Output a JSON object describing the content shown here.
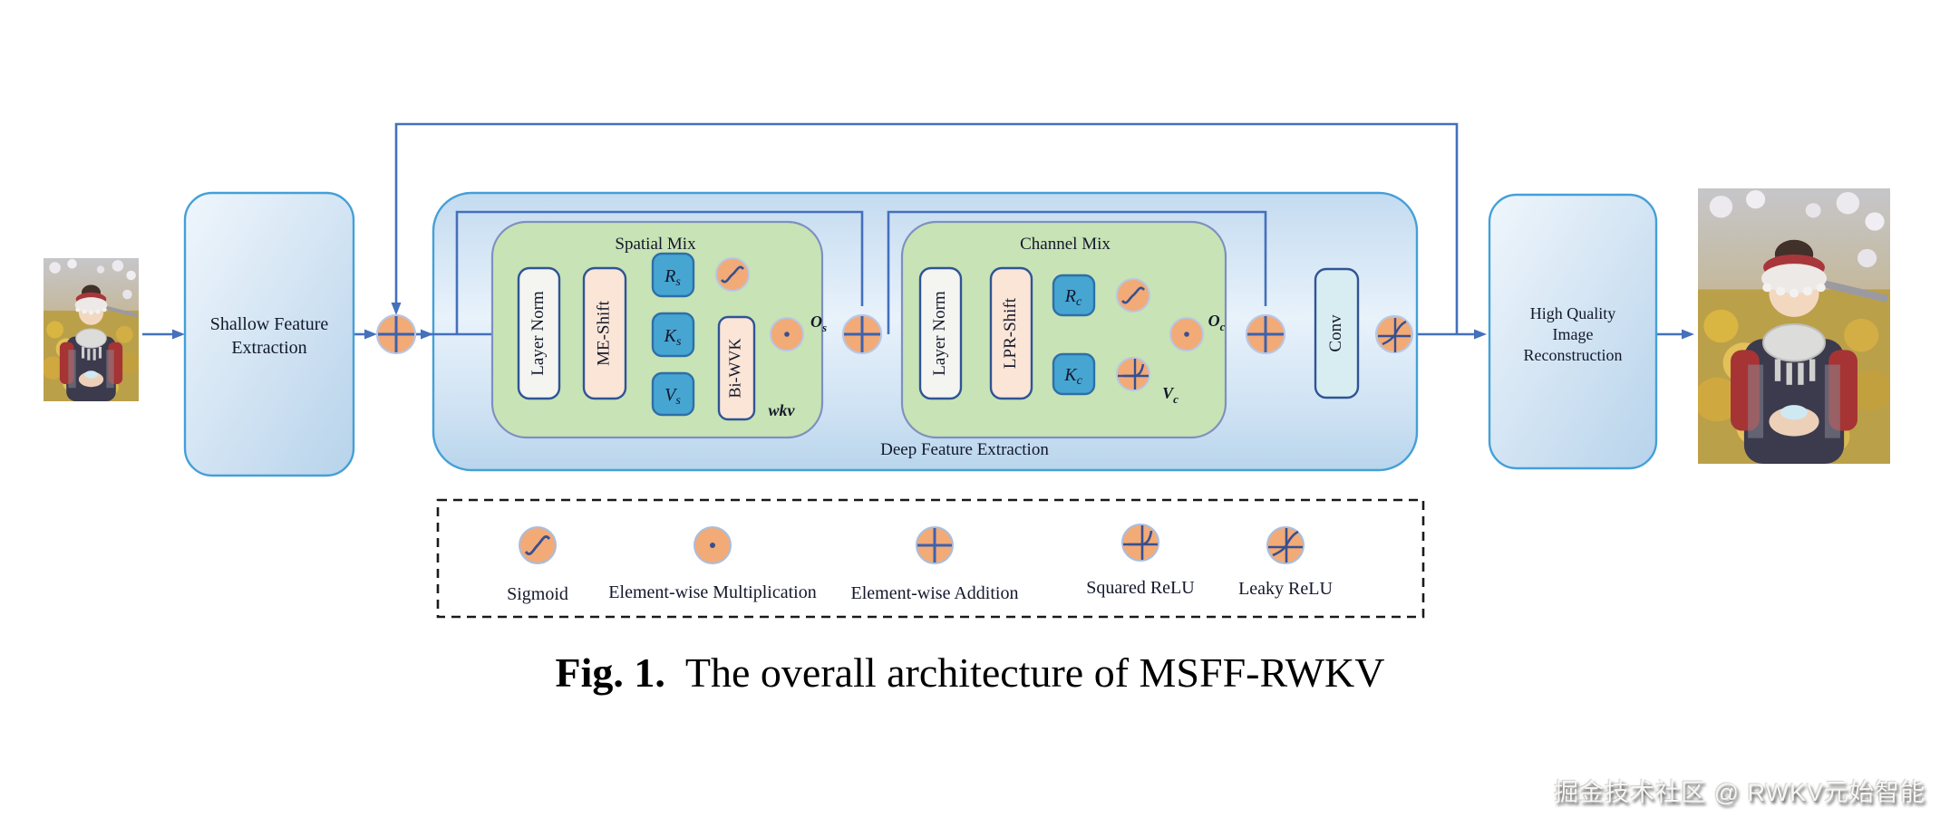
{
  "figure": {
    "caption": {
      "label": "Fig. 1.",
      "title": "The overall architecture of MSFF-RWKV"
    },
    "watermark": "掘金技术社区 @ RWKV元始智能"
  },
  "blocks": {
    "shallow": {
      "line1": "Shallow Feature",
      "line2": "Extraction"
    },
    "deep_feature_label": "Deep Feature Extraction",
    "hq": {
      "line1": "High Quality",
      "line2": "Image",
      "line3": "Reconstruction"
    },
    "conv": "Conv"
  },
  "spatial_mix": {
    "title": "Spatial Mix",
    "layer_norm": "Layer Norm",
    "me_shift": "ME-Shift",
    "r": {
      "base": "R",
      "sub": "s"
    },
    "k": {
      "base": "K",
      "sub": "s"
    },
    "v": {
      "base": "V",
      "sub": "s"
    },
    "bi_wvk": "Bi-WVK",
    "wkv_label": "wkv",
    "out": {
      "base": "O",
      "sub": "s"
    }
  },
  "channel_mix": {
    "title": "Channel Mix",
    "layer_norm": "Layer Norm",
    "lpr_shift": "LPR-Shift",
    "r": {
      "base": "R",
      "sub": "c"
    },
    "k": {
      "base": "K",
      "sub": "c"
    },
    "v": {
      "base": "V",
      "sub": "c"
    },
    "out": {
      "base": "O",
      "sub": "c"
    }
  },
  "legend": {
    "items": [
      {
        "icon": "sigmoid-icon",
        "label": "Sigmoid"
      },
      {
        "icon": "multiply-icon",
        "label": "Element-wise Multiplication"
      },
      {
        "icon": "add-icon",
        "label": "Element-wise Addition"
      },
      {
        "icon": "squared-relu-icon",
        "label": "Squared ReLU"
      },
      {
        "icon": "leaky-relu-icon",
        "label": "Leaky ReLU"
      }
    ]
  },
  "colors": {
    "line": "#4470bd",
    "node_fill": "#f2aa77",
    "node_stroke": "#b9c6e2",
    "green_fill": "#c8e3b5",
    "blue_box": "#47a5d2",
    "peach": "#fbe5d7",
    "container_border": "#44a0d8"
  }
}
